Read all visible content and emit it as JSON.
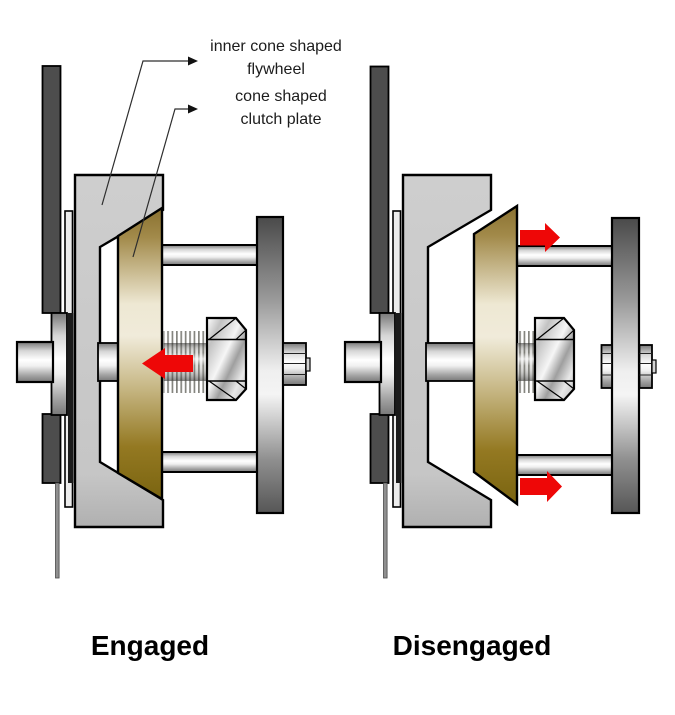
{
  "annotations": {
    "flywheel_label": {
      "line1": "inner cone shaped",
      "line2": "flywheel"
    },
    "clutch_label": {
      "line1": "cone shaped",
      "line2": "clutch plate"
    }
  },
  "panels": [
    {
      "id": "engaged",
      "caption": "Engaged",
      "arrow_direction": "left",
      "arrow_count": 1
    },
    {
      "id": "disengaged",
      "caption": "Disengaged",
      "arrow_direction": "right",
      "arrow_count": 2
    }
  ],
  "colors": {
    "arrow_red": "#ee0707",
    "clutch_gold_dark": "#8a7130",
    "clutch_gold_light": "#f0ebda",
    "flywheel_gray": "#c9c9c9",
    "dark_bar_gray": "#4d4d4d",
    "background": "#ffffff"
  }
}
